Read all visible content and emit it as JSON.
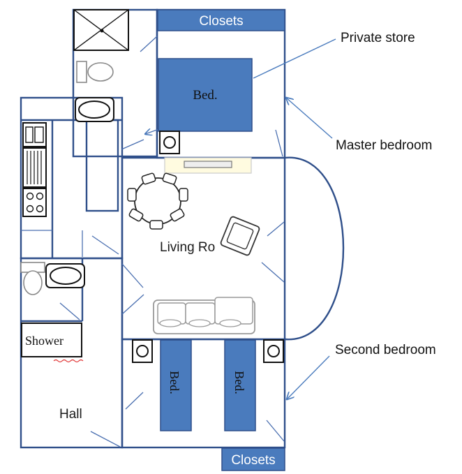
{
  "labels": {
    "closets_top": "Closets",
    "closets_bottom": "Closets",
    "bed_master": "Bed.",
    "bed_second_left": "Bed.",
    "bed_second_right": "Bed.",
    "living_room": "Living Ro",
    "shower": "Shower",
    "hall": "Hall"
  },
  "callouts": {
    "private_store": "Private store",
    "master_bedroom": "Master bedroom",
    "second_bedroom": "Second bedroom"
  },
  "colors": {
    "wall": "#2f4f8a",
    "fill_blue": "#4a7bbd",
    "spell_check": "#e03030"
  }
}
